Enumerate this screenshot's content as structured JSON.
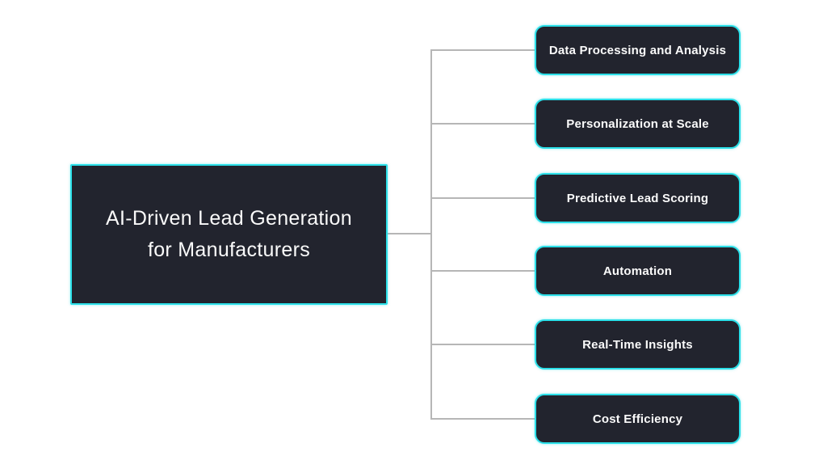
{
  "diagram": {
    "type": "mindmap",
    "background": "#ffffff",
    "theme": {
      "node_background": "#22242e",
      "node_border": "#2bdfe8",
      "node_text": "#fafafa",
      "connector_color": "#b6b6b6"
    },
    "root": {
      "label": "AI-Driven Lead Generation\nfor Manufacturers"
    },
    "branches": [
      {
        "label": "Data Processing and Analysis"
      },
      {
        "label": "Personalization at Scale"
      },
      {
        "label": "Predictive Lead Scoring"
      },
      {
        "label": "Automation"
      },
      {
        "label": "Real-Time Insights"
      },
      {
        "label": "Cost Efficiency"
      }
    ]
  }
}
